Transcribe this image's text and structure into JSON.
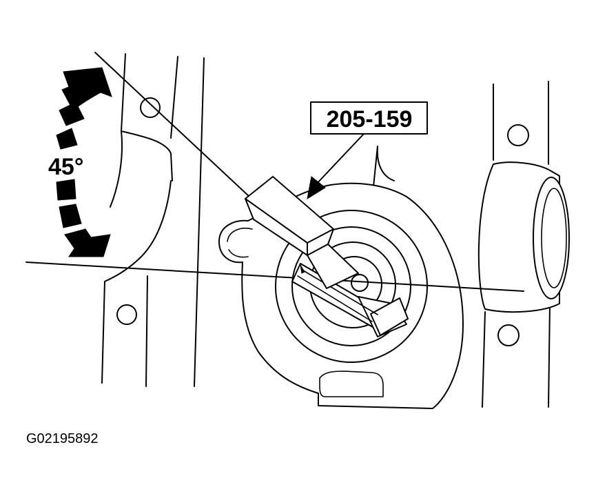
{
  "diagram": {
    "tool_callout": "205-159",
    "rotation_angle_label": "45°",
    "figure_id": "G02195892"
  }
}
